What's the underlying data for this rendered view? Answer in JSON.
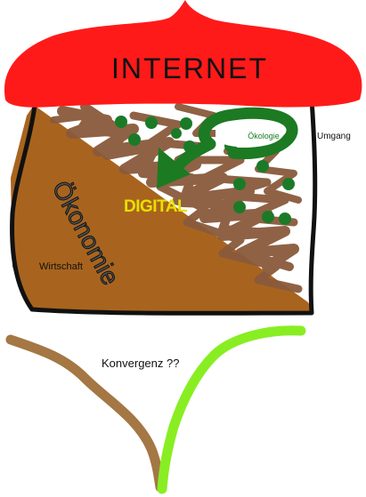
{
  "labels": {
    "internet": "INTERNET",
    "oekologie": "Ökologie",
    "umgang": "Umgang",
    "digital": "DIGITAL",
    "oekonomie": "Ökonomie",
    "wirtschaft": "Wirtschaft",
    "konvergenz": "Konvergenz ??"
  },
  "colors": {
    "internet_red": "#ff1a1a",
    "earth_brown": "#a8641e",
    "scribble_brown": "#8a5a3c",
    "dot_green": "#1b7a28",
    "arrow_green": "#1c7a22",
    "digital_yellow": "#e8e000",
    "bright_green": "#88ee22",
    "curve_brown": "#a47744"
  }
}
